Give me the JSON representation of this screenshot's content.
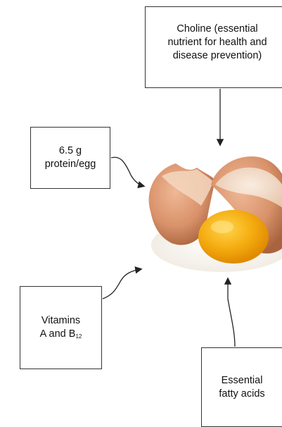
{
  "labels": {
    "choline": [
      "Choline (essential",
      "nutrient for health and",
      "disease prevention)"
    ],
    "protein": [
      "6.5 g",
      "protein/egg"
    ],
    "vitamins_line1": "Vitamins",
    "vitamins_line2_a": "A and B",
    "vitamins_line2_sub": "12",
    "fatty": [
      "Essential",
      "fatty acids"
    ]
  },
  "image": {
    "subject": "cracked egg with yolk",
    "icon": "egg-illustration"
  },
  "colors": {
    "box_border": "#333333",
    "arrow": "#222222",
    "shell": "#d8926a",
    "yolk": "#f4b21c",
    "white": "#fbf8f2"
  }
}
